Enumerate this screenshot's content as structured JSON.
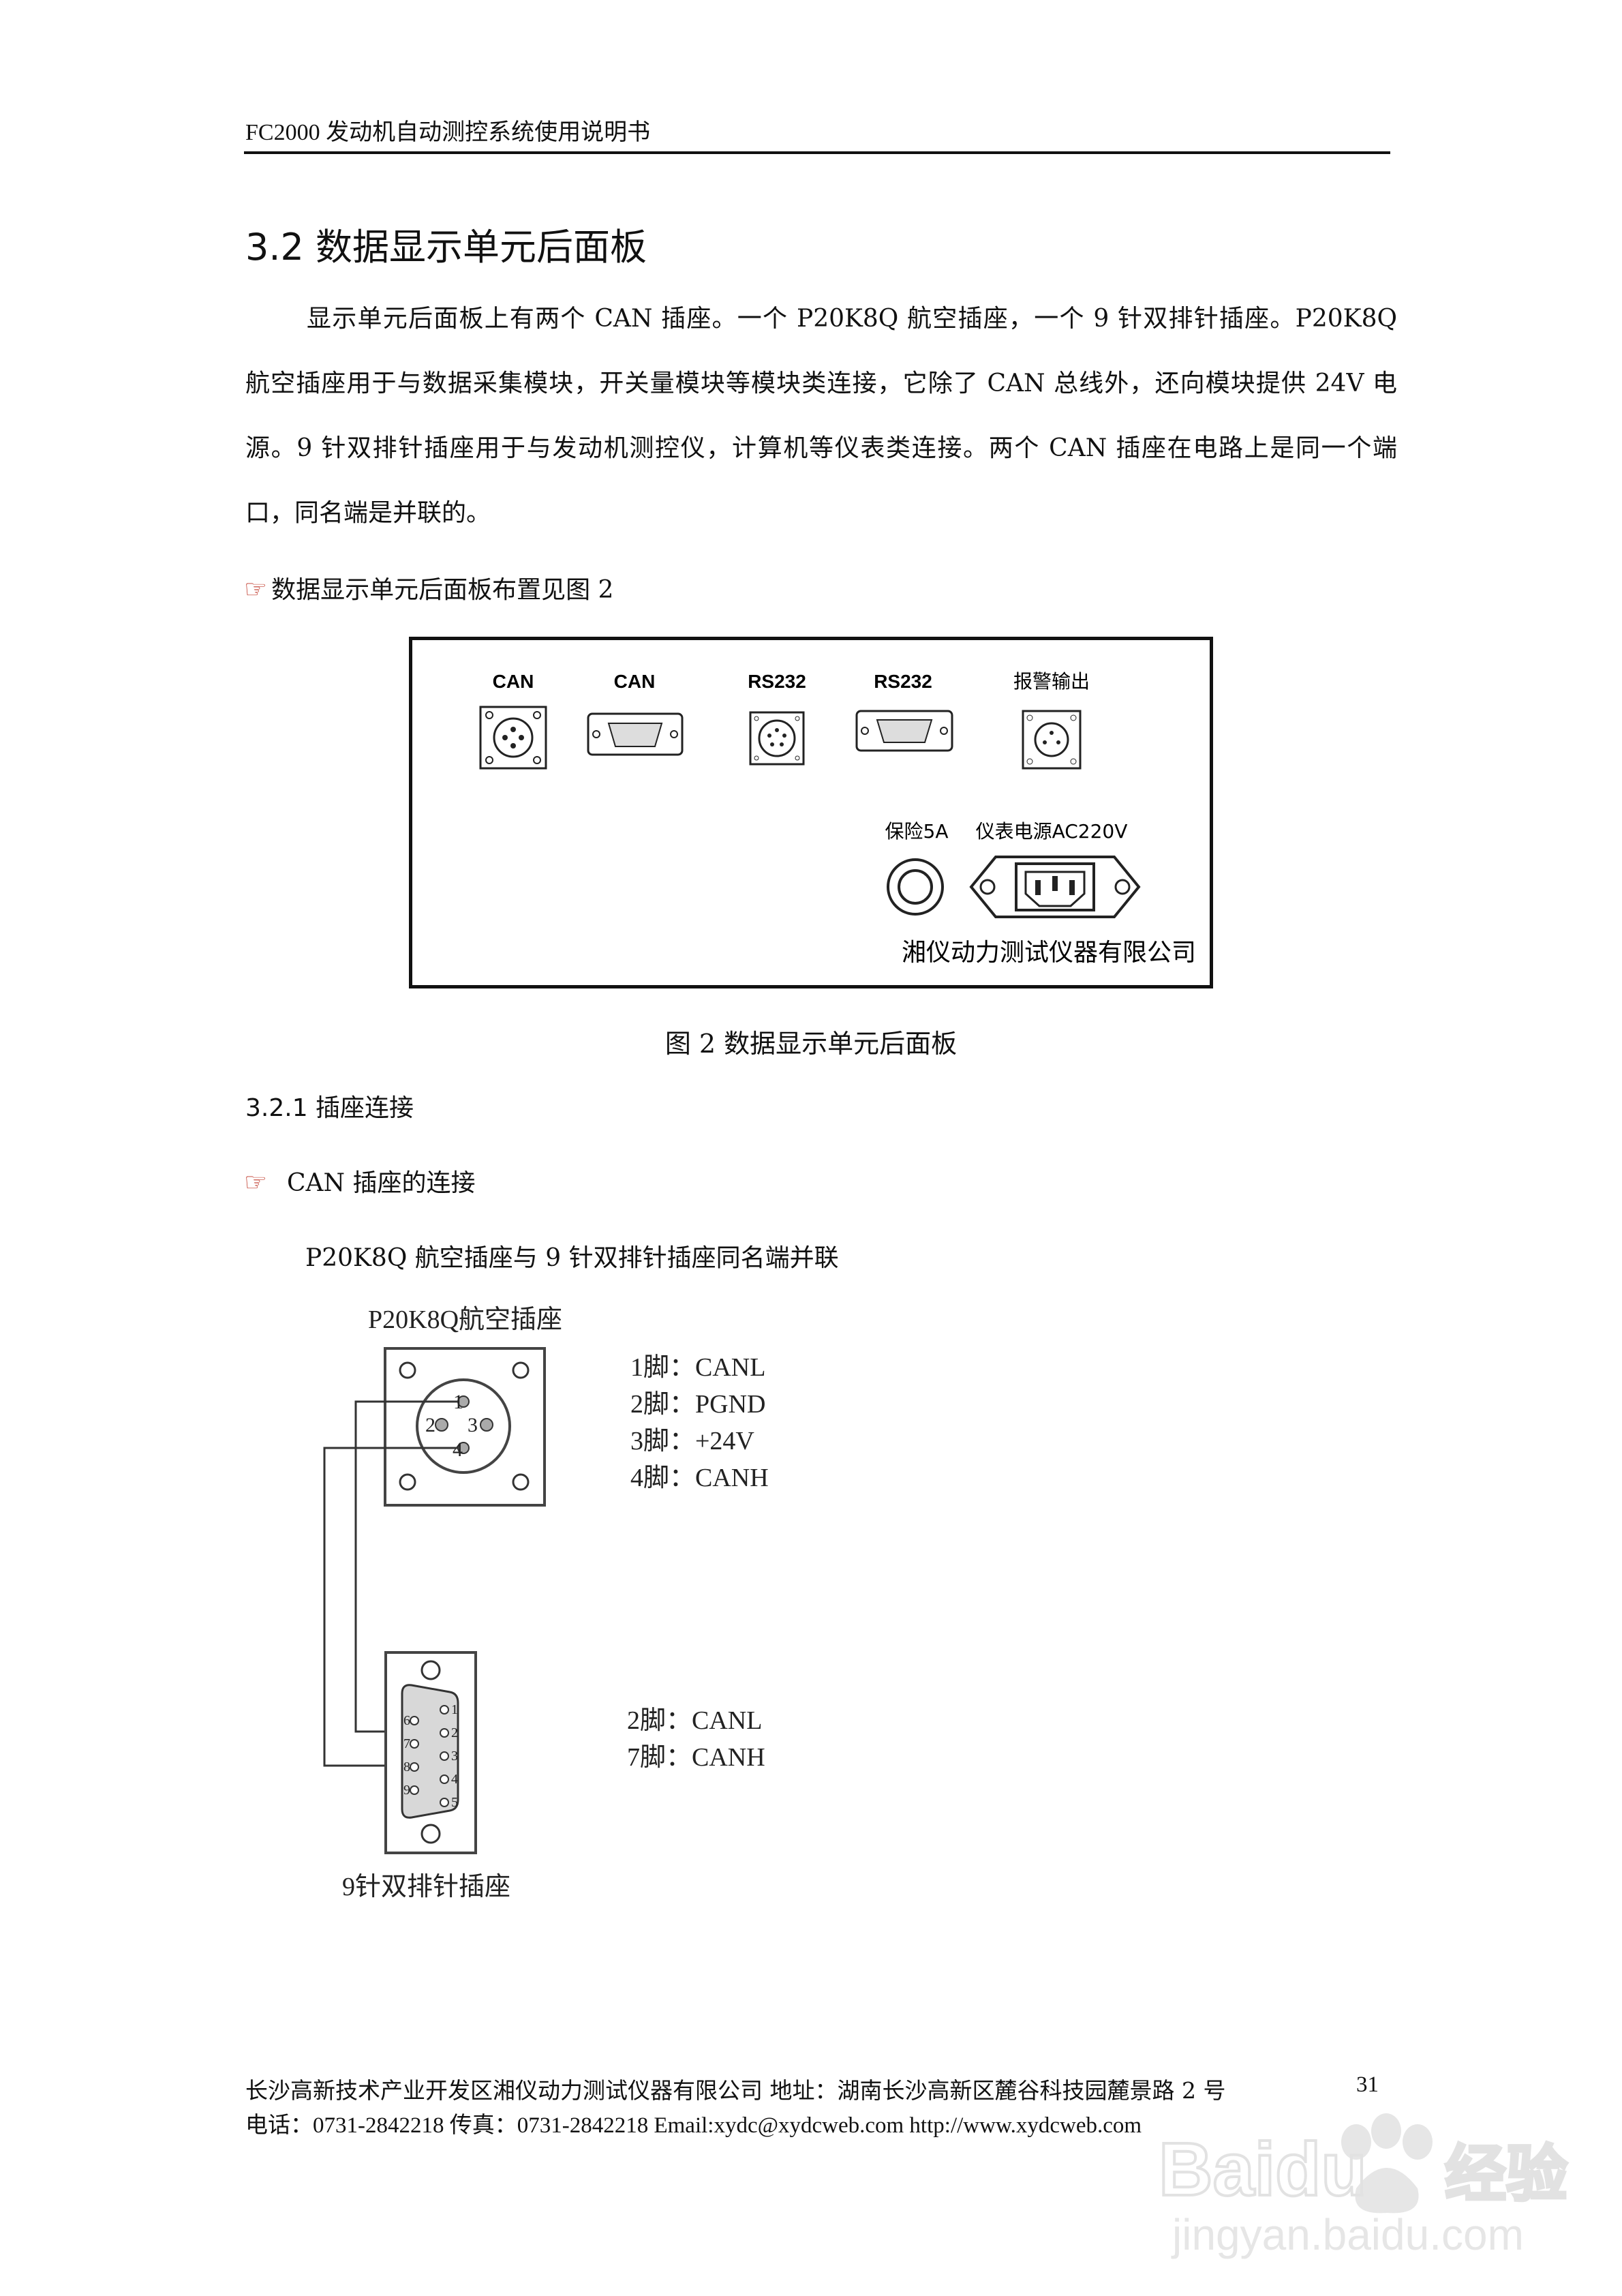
{
  "header": {
    "title": "FC2000 发动机自动测控系统使用说明书"
  },
  "section": {
    "title": "3.2  数据显示单元后面板",
    "paragraph": "显示单元后面板上有两个 CAN 插座。一个 P20K8Q 航空插座，一个 9 针双排针插座。P20K8Q 航空插座用于与数据采集模块，开关量模块等模块类连接，它除了 CAN 总线外，还向模块提供 24V 电源。9 针双排针插座用于与发动机测控仪，计算机等仪表类连接。两个 CAN 插座在电路上是同一个端口，同名端是并联的。",
    "note": "数据显示单元后面板布置见图 2"
  },
  "panel": {
    "labels": [
      "CAN",
      "CAN",
      "RS232",
      "RS232",
      "报警输出"
    ],
    "fuse_label": "保险5A",
    "power_label": "仪表电源AC220V",
    "company": "湘仪动力测试仪器有限公司"
  },
  "figure_caption": "图 2    数据显示单元后面板",
  "subsection": {
    "title": "3.2.1  插座连接",
    "note": "CAN 插座的连接",
    "text": "P20K8Q 航空插座与 9 针双排针插座同名端并联"
  },
  "diagram": {
    "top_title": "P20K8Q航空插座",
    "top_pins": [
      "1脚：CANL",
      "2脚：PGND",
      "3脚：+24V",
      "4脚：CANH"
    ],
    "circle_pin_labels": [
      "1",
      "2",
      "3",
      "4"
    ],
    "bottom_pins": [
      "2脚：CANL",
      "7脚：CANH"
    ],
    "bottom_title": "9针双排针插座",
    "dsub_pin_labels": [
      "1",
      "2",
      "3",
      "4",
      "5",
      "6",
      "7",
      "8",
      "9"
    ]
  },
  "footer": {
    "line1": "长沙高新技术产业开发区湘仪动力测试仪器有限公司  地址：湖南长沙高新区麓谷科技园麓景路 2 号",
    "page": "31",
    "line2": "电话：0731-2842218        传真：0731-2842218     Email:xydc@xydcweb.com     http://www.xydcweb.com"
  },
  "watermark": {
    "text1": "Baidu",
    "text2": "经验",
    "text3": "jingyan.baidu.com"
  },
  "icons": {
    "pointer": "pointing-hand-icon"
  },
  "colors": {
    "pointer": "#c0392b",
    "text": "#111111"
  }
}
